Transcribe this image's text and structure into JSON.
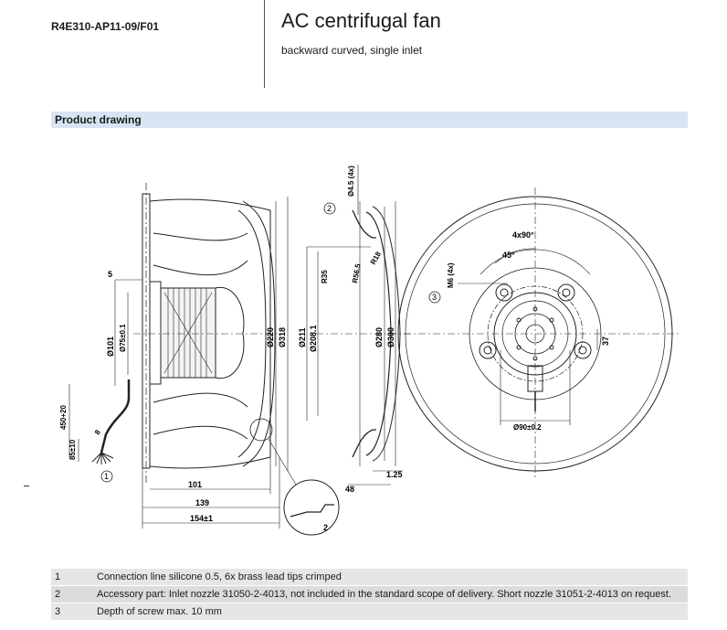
{
  "header": {
    "model": "R4E310-AP11-09/F01",
    "title": "AC centrifugal fan",
    "subtitle": "backward curved, single inlet"
  },
  "section": {
    "title": "Product drawing"
  },
  "drawing": {
    "callouts": [
      "1",
      "2",
      "3"
    ],
    "side_view": {
      "dims": [
        "5",
        "Ø101",
        "Ø75±0.1",
        "Ø220",
        "Ø318",
        "450+20",
        "85±10",
        "8",
        "101",
        "139",
        "154±1",
        "2"
      ]
    },
    "section_view": {
      "dims": [
        "Ø4.5 (4x)",
        "R18",
        "R56.5",
        "R35",
        "Ø211",
        "Ø208.1",
        "Ø280",
        "Ø300",
        "48",
        "1.25"
      ]
    },
    "front_view": {
      "dims": [
        "4x90°",
        "45°",
        "M6 (4x)",
        "37",
        "Ø90±0.2"
      ]
    }
  },
  "notes": [
    {
      "num": "1",
      "text": "Connection line silicone 0.5, 6x brass lead tips crimped"
    },
    {
      "num": "2",
      "text": "Accessory part: Inlet nozzle 31050-2-4013, not included in the standard scope of delivery. Short nozzle 31051-2-4013 on request."
    },
    {
      "num": "3",
      "text": "Depth of screw max. 10 mm"
    }
  ]
}
